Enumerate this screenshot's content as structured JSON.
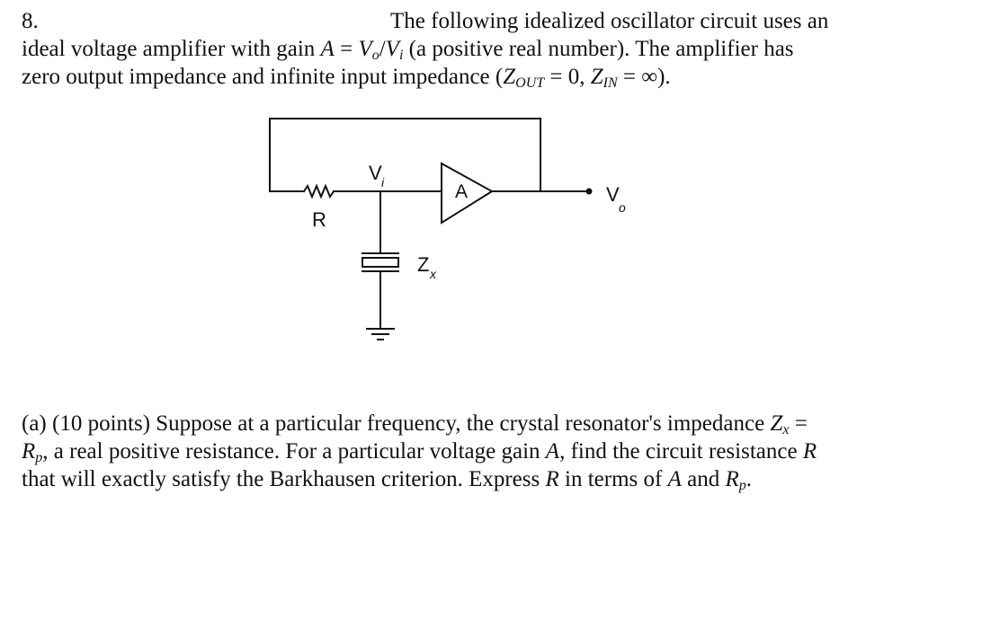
{
  "problem": {
    "number": "8.",
    "intro_lines": [
      "The following idealized oscillator circuit uses an",
      "ideal voltage amplifier with gain A = V_o/V_i (a positive real number). The amplifier has",
      "zero output impedance and infinite input impedance (Z_OUT = 0, Z_IN = ∞)."
    ],
    "intro": {
      "l1": "The following idealized oscillator circuit uses an",
      "l2a": "ideal voltage amplifier with gain ",
      "A": "A",
      "eq": " = ",
      "V": "V",
      "o_sub": "o",
      "slash": "/",
      "i_sub": "i",
      "l2b": " (a positive real number).  The amplifier has",
      "l3a": "zero output impedance and infinite input impedance (",
      "Z": "Z",
      "out_sub": "OUT",
      "l3b": " = 0, ",
      "in_sub": "IN",
      "l3c": " = ∞)."
    }
  },
  "circuit": {
    "labels": {
      "vi": "V",
      "vi_sub": "i",
      "amp": "A",
      "vo": "V",
      "vo_sub": "o",
      "resistor": "R",
      "crystal": "Z",
      "crystal_sub": "x"
    }
  },
  "part_a": {
    "text_lines": [
      "(a)  (10 points)  Suppose at a particular frequency, the crystal resonator's impedance Z_x =",
      "R_p, a real positive resistance.  For a particular voltage gain A, find the circuit resistance R",
      "that will exactly satisfy the Barkhausen criterion.  Express R in terms of A and R_p."
    ],
    "t": {
      "l1a": "(a)  (10 points)  Suppose at a particular frequency, the crystal resonator's impedance ",
      "Z": "Z",
      "x_sub": "x",
      "l1b": " =",
      "R": "R",
      "p_sub": "p",
      "l2a": ", a real positive resistance.  For a particular voltage gain ",
      "A": "A",
      "l2b": ", find the circuit resistance ",
      "l3a": "that will exactly satisfy the Barkhausen criterion.  Express ",
      "l3b": " in terms of ",
      "and": " and ",
      "end": "."
    }
  }
}
